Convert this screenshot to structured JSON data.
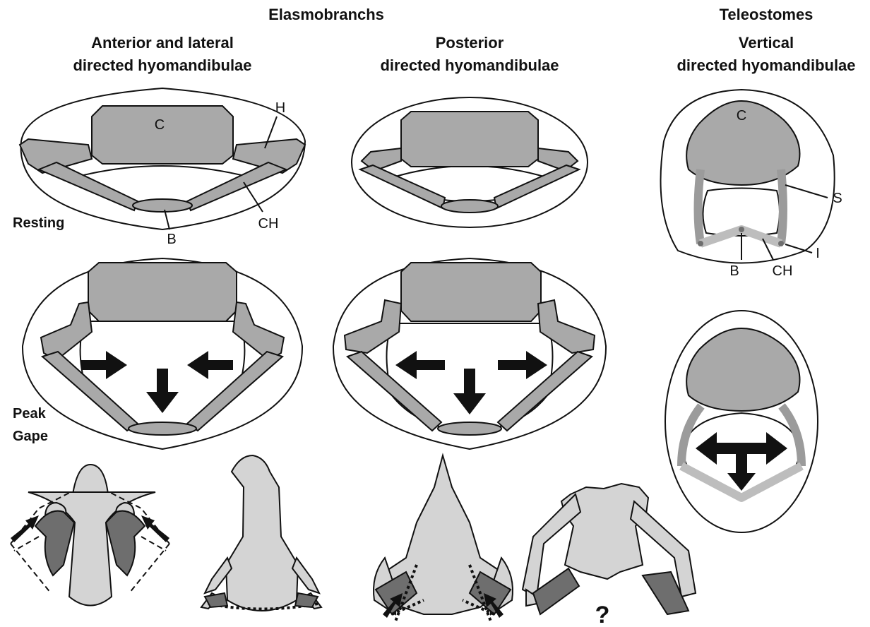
{
  "headers": {
    "elasmo": "Elasmobranchs",
    "teleo": "Teleostomes",
    "col1_line1": "Anterior and lateral",
    "col1_line2": "directed hyomandibulae",
    "col2_line1": "Posterior",
    "col2_line2": "directed hyomandibulae",
    "col3_line1": "Vertical",
    "col3_line2": "directed hyomandibulae"
  },
  "rows": {
    "resting": "Resting",
    "peak_line1": "Peak",
    "peak_line2": "Gape"
  },
  "part_labels": {
    "c_left": "C",
    "h": "H",
    "ch_left": "CH",
    "b_left": "B",
    "c_right": "C",
    "s": "S",
    "i": "I",
    "b_right": "B",
    "ch_right": "CH"
  },
  "unknown_mark": "?",
  "colors": {
    "cartilage": "#a9a9a9",
    "light_cartilage": "#d4d4d4",
    "dark_element": "#6e6e6e",
    "outline": "#111111"
  }
}
